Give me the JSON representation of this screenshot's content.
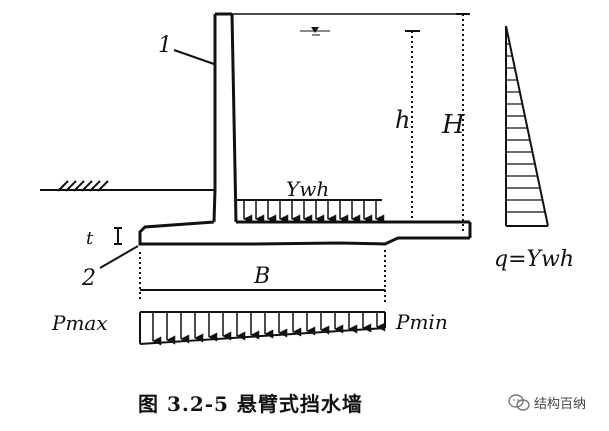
{
  "labels": {
    "wall": "1",
    "base": "2",
    "water_depth": "h",
    "total_height": "H",
    "base_width": "B",
    "toe_thickness": "t",
    "water_pressure": "Υwh",
    "max_pressure": "Pmax",
    "min_pressure": "Pmin",
    "pressure_formula": "q=Υwh"
  },
  "caption": "图 3.2-5 悬臂式挡水墙",
  "watermark": "结构百纳"
}
